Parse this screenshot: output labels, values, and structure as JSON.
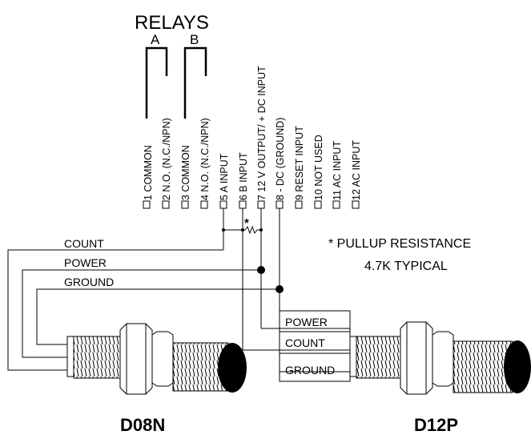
{
  "relays": {
    "title": "RELAYS",
    "a_label": "A",
    "b_label": "B"
  },
  "terminals": [
    "1 COMMON",
    "2 N.O. (N.C./NPN)",
    "3 COMMON",
    "4 N.O. (N.C./NPN)",
    "5 A INPUT",
    "6 B INPUT",
    "7 12 V OUTPUT/ + DC INPUT",
    "8 - DC (GROUND)",
    "9 RESET INPUT",
    "10 NOT USED",
    "11 AC INPUT",
    "12 AC INPUT"
  ],
  "pullup": {
    "asterisk": "*",
    "note_line1": "* PULLUP RESISTANCE",
    "note_line2": "4.7K  TYPICAL"
  },
  "left_sensor": {
    "name": "D08N",
    "wires": {
      "count": "COUNT",
      "power": "POWER",
      "ground": "GROUND"
    }
  },
  "right_sensor": {
    "name": "D12P",
    "wires": {
      "power": "POWER",
      "count": "COUNT",
      "ground": "GROUND"
    }
  }
}
